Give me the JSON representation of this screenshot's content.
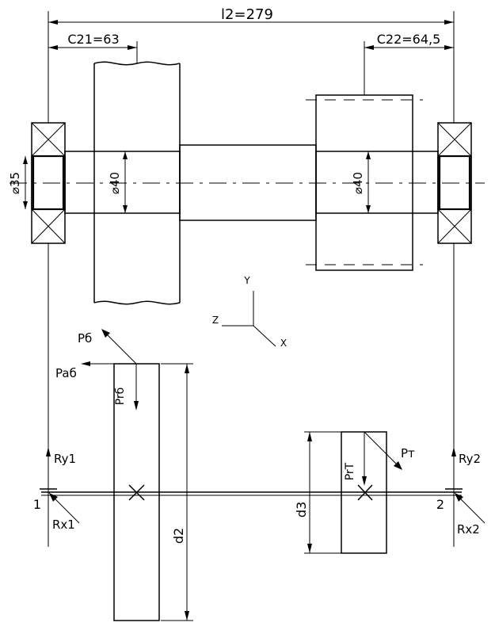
{
  "dimensions": {
    "total_length": "l2=279",
    "left_offset": "C21=63",
    "right_offset": "C22=64,5",
    "diam_left_bearing": "⌀35",
    "diam_left_gear": "⌀40",
    "diam_right_gear": "⌀40"
  },
  "axes": {
    "y": "Y",
    "z": "Z",
    "x": "X"
  },
  "forces": {
    "p_b": "Pб",
    "p_ab": "Paб",
    "p_rb": "Prб",
    "p_t": "Pт",
    "p_rt": "PrT",
    "r_y1": "Ry1",
    "r_x1": "Rx1",
    "r_y2": "Ry2",
    "r_x2": "Rx2"
  },
  "supports": {
    "left": "1",
    "right": "2"
  },
  "gear_diameters": {
    "big": "d2",
    "small": "d3"
  }
}
